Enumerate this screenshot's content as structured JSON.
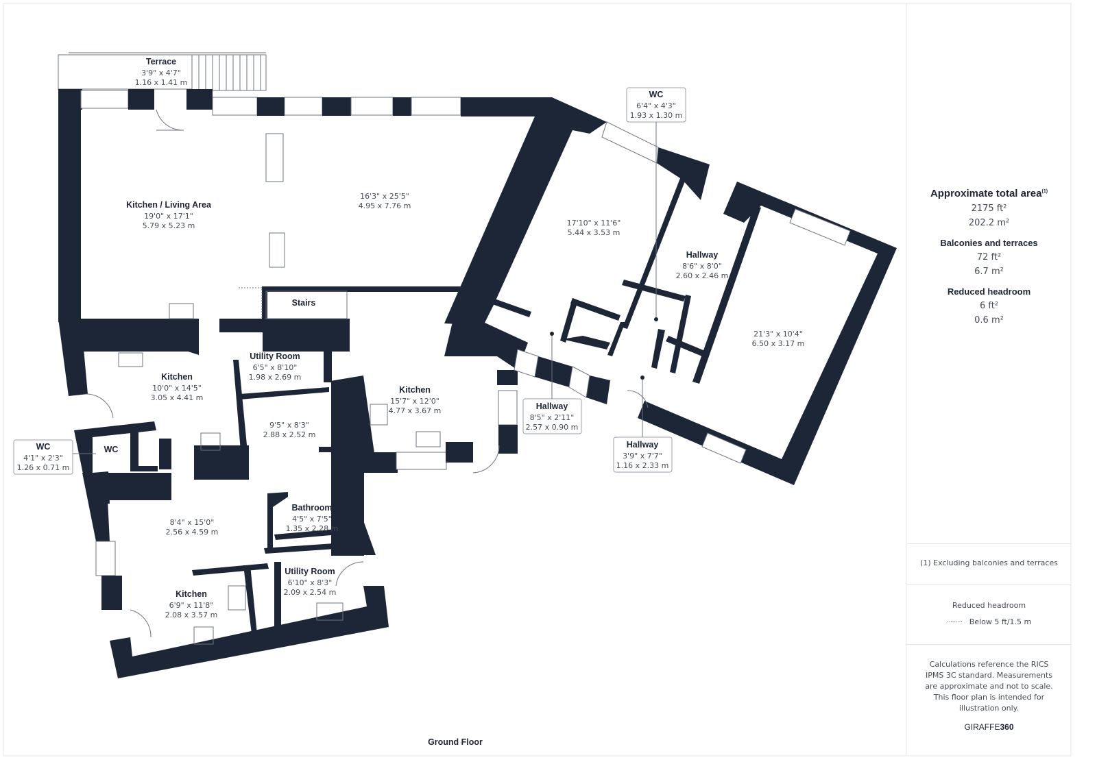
{
  "floor_label": "Ground Floor",
  "rooms": {
    "terrace": {
      "name": "Terrace",
      "imperial": "3'9\" x 4'7\"",
      "metric": "1.16 x 1.41 m"
    },
    "kitchen_living": {
      "name": "Kitchen / Living Area",
      "imperial": "19'0\" x 17'1\"",
      "metric": "5.79 x 5.23 m"
    },
    "room_large": {
      "imperial": "16'3\" x 25'5\"",
      "metric": "4.95 x 7.76 m"
    },
    "room_ne": {
      "imperial": "17'10\" x 11'6\"",
      "metric": "5.44 x 3.53 m"
    },
    "wc_top": {
      "name": "WC",
      "imperial": "6'4\" x 4'3\"",
      "metric": "1.93 x 1.30 m"
    },
    "hallway_1": {
      "name": "Hallway",
      "imperial": "8'6\" x 8'0\"",
      "metric": "2.60 x 2.46 m"
    },
    "room_east": {
      "imperial": "21'3\" x 10'4\"",
      "metric": "6.50 x 3.17 m"
    },
    "stairs": {
      "name": "Stairs"
    },
    "utility_1": {
      "name": "Utility Room",
      "imperial": "6'5\" x 8'10\"",
      "metric": "1.98 x 2.69 m"
    },
    "kitchen_1": {
      "name": "Kitchen",
      "imperial": "10'0\" x 14'5\"",
      "metric": "3.05 x 4.41 m"
    },
    "kitchen_2": {
      "name": "Kitchen",
      "imperial": "15'7\" x 12'0\"",
      "metric": "4.77 x 3.67 m"
    },
    "room_mid": {
      "imperial": "9'5\" x 8'3\"",
      "metric": "2.88 x 2.52 m"
    },
    "wc_left": {
      "name": "WC",
      "imperial": "4'1\" x 2'3\"",
      "metric": "1.26 x 0.71 m"
    },
    "hallway_2": {
      "name": "Hallway",
      "imperial": "8'5\" x 2'11\"",
      "metric": "2.57 x 0.90 m"
    },
    "hallway_3": {
      "name": "Hallway",
      "imperial": "3'9\" x 7'7\"",
      "metric": "1.16 x 2.33 m"
    },
    "bathroom": {
      "name": "Bathroom",
      "imperial": "4'5\" x 7'5\"",
      "metric": "1.35 x 2.28 m"
    },
    "room_sw": {
      "imperial": "8'4\" x 15'0\"",
      "metric": "2.56 x 4.59 m"
    },
    "utility_2": {
      "name": "Utility Room",
      "imperial": "6'10\" x 8'3\"",
      "metric": "2.09 x 2.54 m"
    },
    "kitchen_3": {
      "name": "Kitchen",
      "imperial": "6'9\" x 11'8\"",
      "metric": "2.08 x 3.57 m"
    }
  },
  "summary": {
    "total_title": "Approximate total area",
    "total_note": "(1)",
    "total_ft": "2175 ft²",
    "total_m": "202.2 m²",
    "balconies_title": "Balconies and terraces",
    "balconies_ft": "72 ft²",
    "balconies_m": "6.7 m²",
    "headroom_title": "Reduced headroom",
    "headroom_ft": "6 ft²",
    "headroom_m": "0.6 m²",
    "footnote": "(1) Excluding balconies and terraces",
    "legend_title": "Reduced headroom",
    "legend_item": "Below 5 ft/1.5 m",
    "disclaimer": "Calculations reference the RICS IPMS 3C standard. Measurements are approximate and not to scale. This floor plan is intended for illustration only.",
    "brand_a": "GIRAFFE",
    "brand_b": "360"
  }
}
